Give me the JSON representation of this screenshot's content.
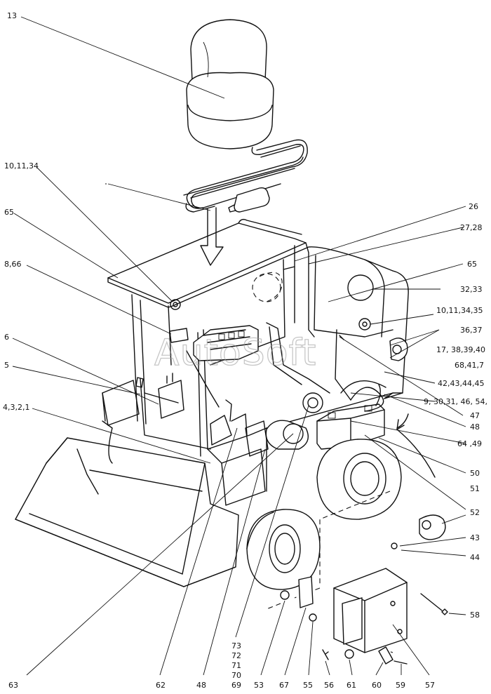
{
  "diagram": {
    "watermark": "AutoSoft",
    "callouts": [
      {
        "id": "c13",
        "text": "13"
      },
      {
        "id": "c10-11-34",
        "text": "10,11,34"
      },
      {
        "id": "c65a",
        "text": "65"
      },
      {
        "id": "c8-66",
        "text": "8,66"
      },
      {
        "id": "c6",
        "text": "6"
      },
      {
        "id": "c5",
        "text": "5"
      },
      {
        "id": "c4-3-2-1",
        "text": "4,3,2,1"
      },
      {
        "id": "c26",
        "text": "26"
      },
      {
        "id": "c27-28",
        "text": "27,28"
      },
      {
        "id": "c65b",
        "text": "65"
      },
      {
        "id": "c32-33",
        "text": "32,33"
      },
      {
        "id": "c10-11-34-35",
        "text": "10,11,34,35"
      },
      {
        "id": "c36-37",
        "text": "36,37"
      },
      {
        "id": "c17-38",
        "text": "17, 38,39,40"
      },
      {
        "id": "c68-41",
        "text": "68,41,7"
      },
      {
        "id": "c42-45",
        "text": "42,43,44,45"
      },
      {
        "id": "c9-54",
        "text": "9, 30,31, 46, 54,"
      },
      {
        "id": "c47",
        "text": "47"
      },
      {
        "id": "c48",
        "text": "48"
      },
      {
        "id": "c64-49",
        "text": "64 ,49"
      },
      {
        "id": "c50",
        "text": "50"
      },
      {
        "id": "c51",
        "text": "51"
      },
      {
        "id": "c52",
        "text": "52"
      },
      {
        "id": "c43",
        "text": "43"
      },
      {
        "id": "c44",
        "text": "44"
      },
      {
        "id": "c58",
        "text": "58"
      },
      {
        "id": "c73",
        "text": "73"
      },
      {
        "id": "c72",
        "text": "72"
      },
      {
        "id": "c71",
        "text": "71"
      },
      {
        "id": "c70",
        "text": "70"
      },
      {
        "id": "c69",
        "text": "69"
      },
      {
        "id": "c63",
        "text": "63"
      },
      {
        "id": "c62",
        "text": "62"
      },
      {
        "id": "c48b",
        "text": "48"
      },
      {
        "id": "c53",
        "text": "53"
      },
      {
        "id": "c67",
        "text": "67"
      },
      {
        "id": "c55",
        "text": "55"
      },
      {
        "id": "c56",
        "text": "56"
      },
      {
        "id": "c61",
        "text": "61"
      },
      {
        "id": "c60",
        "text": "60"
      },
      {
        "id": "c59",
        "text": "59"
      },
      {
        "id": "c57",
        "text": "57"
      }
    ]
  }
}
